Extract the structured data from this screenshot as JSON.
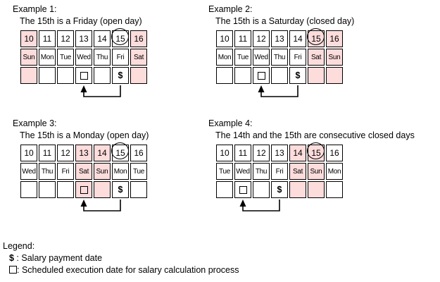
{
  "colors": {
    "closed_day": "#FDDCDC",
    "border": "#000000",
    "text": "#000000"
  },
  "symbols": {
    "payment": "$",
    "execution": "square"
  },
  "examples": [
    {
      "title": "Example 1:",
      "subtitle": "The 15th is a Friday (open day)",
      "dates": [
        "10",
        "11",
        "12",
        "13",
        "14",
        "15",
        "16"
      ],
      "days": [
        "Sun",
        "Mon",
        "Tue",
        "Wed",
        "Thu",
        "Fri",
        "Sat"
      ],
      "closed_columns": [
        0,
        6
      ],
      "circled_column": 5,
      "payment_column": 5,
      "execution_column": 3
    },
    {
      "title": "Example 2:",
      "subtitle": "The 15th is a Saturday (closed day)",
      "dates": [
        "10",
        "11",
        "12",
        "13",
        "14",
        "15",
        "16"
      ],
      "days": [
        "Mon",
        "Tue",
        "Wed",
        "Thu",
        "Fri",
        "Sat",
        "Sun"
      ],
      "closed_columns": [
        5,
        6
      ],
      "circled_column": 5,
      "payment_column": 4,
      "execution_column": 2
    },
    {
      "title": "Example 3:",
      "subtitle": "The 15th is a Monday (open day)",
      "dates": [
        "10",
        "11",
        "12",
        "13",
        "14",
        "15",
        "16"
      ],
      "days": [
        "Wed",
        "Thu",
        "Fri",
        "Sat",
        "Sun",
        "Mon",
        "Tue"
      ],
      "closed_columns": [
        3,
        4
      ],
      "circled_column": 5,
      "payment_column": 5,
      "execution_column": 3
    },
    {
      "title": "Example 4:",
      "subtitle": "The 14th and the 15th are consecutive closed days",
      "dates": [
        "10",
        "11",
        "12",
        "13",
        "14",
        "15",
        "16"
      ],
      "days": [
        "Tue",
        "Wed",
        "Thu",
        "Fri",
        "Sat",
        "Sun",
        "Mon"
      ],
      "closed_columns": [
        4,
        5
      ],
      "circled_column": 5,
      "payment_column": 3,
      "execution_column": 1
    }
  ],
  "legend": {
    "title": "Legend:",
    "items": [
      {
        "symbol": "$",
        "separator": " : ",
        "label": "Salary payment date"
      },
      {
        "symbol": "square",
        "separator": ": ",
        "label": "Scheduled execution date for salary calculation process"
      }
    ]
  }
}
